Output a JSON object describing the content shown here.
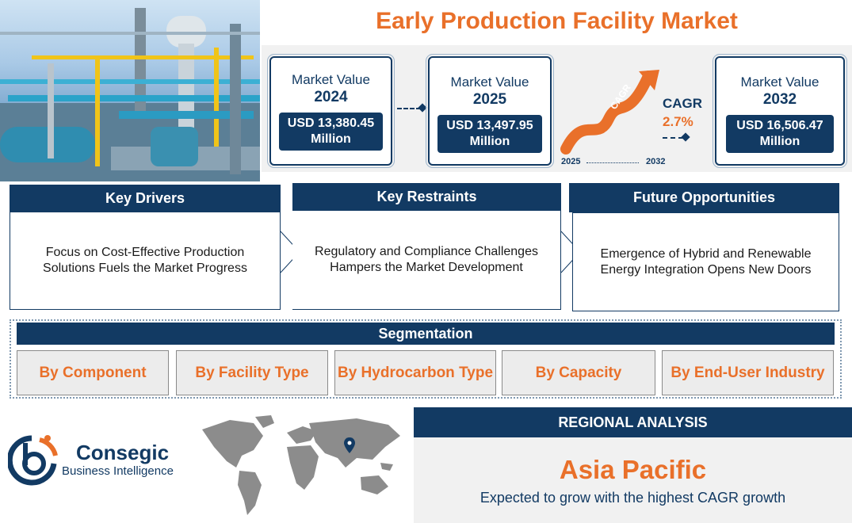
{
  "title": "Early Production Facility Market",
  "market_values": [
    {
      "label": "Market Value",
      "year": "2024",
      "value": "USD 13,380.45 Million"
    },
    {
      "label": "Market Value",
      "year": "2025",
      "value": "USD 13,497.95 Million"
    },
    {
      "label": "Market Value",
      "year": "2032",
      "value": "USD 16,506.47 Million"
    }
  ],
  "cagr": {
    "label": "CAGR",
    "value": "2.7%",
    "arrow_text": "CAGR",
    "start_year": "2025",
    "end_year": "2032"
  },
  "panels": [
    {
      "heading": "Key Drivers",
      "text": "Focus on Cost-Effective Production Solutions Fuels the Market Progress"
    },
    {
      "heading": "Key Restraints",
      "text": "Regulatory and Compliance Challenges Hampers the Market Development"
    },
    {
      "heading": "Future Opportunities",
      "text": "Emergence of Hybrid and Renewable Energy Integration Opens New Doors"
    }
  ],
  "segmentation": {
    "heading": "Segmentation",
    "items": [
      "By Component",
      "By  Facility Type",
      "By Hydrocarbon Type",
      "By Capacity",
      "By End-User Industry"
    ]
  },
  "regional": {
    "heading": "REGIONAL ANALYSIS",
    "region": "Asia Pacific",
    "note": "Expected to grow with the highest CAGR growth"
  },
  "logo": {
    "name": "Consegic",
    "tagline": "Business Intelligence"
  },
  "colors": {
    "navy": "#123a63",
    "orange": "#e9702a",
    "panel_grey": "#f1f1f1"
  },
  "icons": {
    "map": "world-map-icon",
    "pin": "location-pin-icon",
    "photo": "refinery-photo"
  }
}
